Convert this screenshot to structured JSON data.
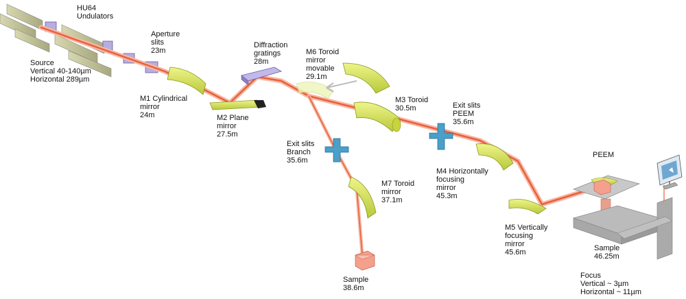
{
  "labels": {
    "undulators": [
      "HU64",
      "Undulators"
    ],
    "aperture": [
      "Aperture",
      "slits",
      "23m"
    ],
    "source": [
      "Source",
      "Vertical 40-140µm",
      "Horizontal 289µm"
    ],
    "gratings": [
      "Diffraction",
      "gratings",
      "28m"
    ],
    "m6": [
      "M6 Toroid",
      "mirror",
      "movable",
      "29.1m"
    ],
    "m1": [
      "M1 Cylindrical",
      "mirror",
      "24m"
    ],
    "m2": [
      "M2 Plane",
      "mirror",
      "27.5m"
    ],
    "m3": [
      "M3 Toroid",
      "30.5m"
    ],
    "exit_peem": [
      "Exit slits",
      "PEEM",
      "35.6m"
    ],
    "exit_branch": [
      "Exit slits",
      "Branch",
      "35.6m"
    ],
    "m7": [
      "M7 Toroid",
      "mirror",
      "37.1m"
    ],
    "m4": [
      "M4 Horizontally",
      "focusing",
      "mirror",
      "45.3m"
    ],
    "peem": [
      "PEEM"
    ],
    "m5": [
      "M5 Vertically",
      "focusing",
      "mirror",
      "45.6m"
    ],
    "sample_peem": [
      "Sample",
      "46.25m"
    ],
    "sample_branch": [
      "Sample",
      "38.6m"
    ],
    "focus": [
      "Focus",
      "Vertical ~ 3µm",
      "Horizontal ~ 11µm"
    ]
  },
  "colors": {
    "beam": "#e8603c",
    "beam_glow": "#f7b7a2",
    "mirror": "#d8e85a",
    "mirror_edge": "#8a9a20",
    "slit": "#4aa0c8",
    "crystal": "#a89ad8",
    "undulator": "#c8c8a0",
    "sample": "#f4a08c",
    "stage": "#b0b0b0"
  }
}
